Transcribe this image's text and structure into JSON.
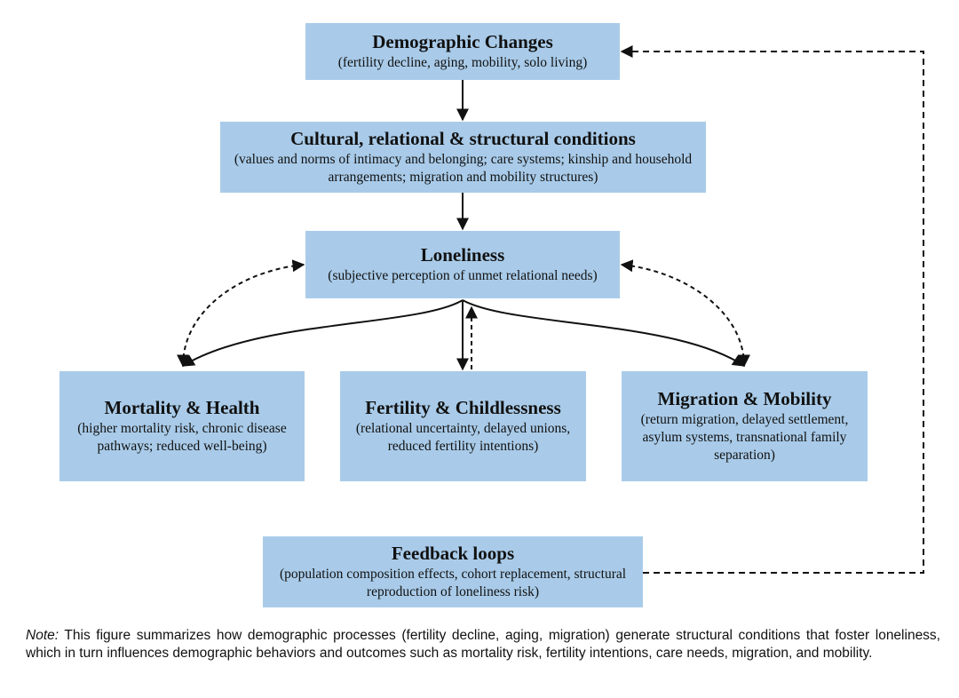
{
  "boxes": {
    "demographic": {
      "title": "Demographic Changes",
      "subtitle": "(fertility decline, aging, mobility, solo living)"
    },
    "cultural": {
      "title": "Cultural, relational & structural conditions",
      "subtitle": "(values and norms of intimacy and belonging; care systems; kinship and household arrangements; migration and mobility structures)"
    },
    "loneliness": {
      "title": "Loneliness",
      "subtitle": "(subjective perception of unmet relational needs)"
    },
    "mortality": {
      "title": "Mortality & Health",
      "subtitle": "(higher mortality risk, chronic disease pathways; reduced well-being)"
    },
    "fertility": {
      "title": "Fertility & Childlessness",
      "subtitle": "(relational uncertainty, delayed unions, reduced fertility intentions)"
    },
    "migration": {
      "title": "Migration & Mobility",
      "subtitle": "(return migration, delayed settlement, asylum systems, transnational family separation)"
    },
    "feedback": {
      "title": "Feedback loops",
      "subtitle": "(population composition effects, cohort replacement, structural reproduction of loneliness risk)"
    }
  },
  "note": {
    "label": "Note:",
    "text": "This figure summarizes how demographic processes (fertility decline, aging, migration) generate structural conditions that foster loneliness, which in turn influences demographic behaviors and outcomes such as mortality risk, fertility intentions, care needs, migration, and mobility."
  },
  "colors": {
    "box_fill": "#a9cbe9",
    "arrow": "#111111"
  }
}
